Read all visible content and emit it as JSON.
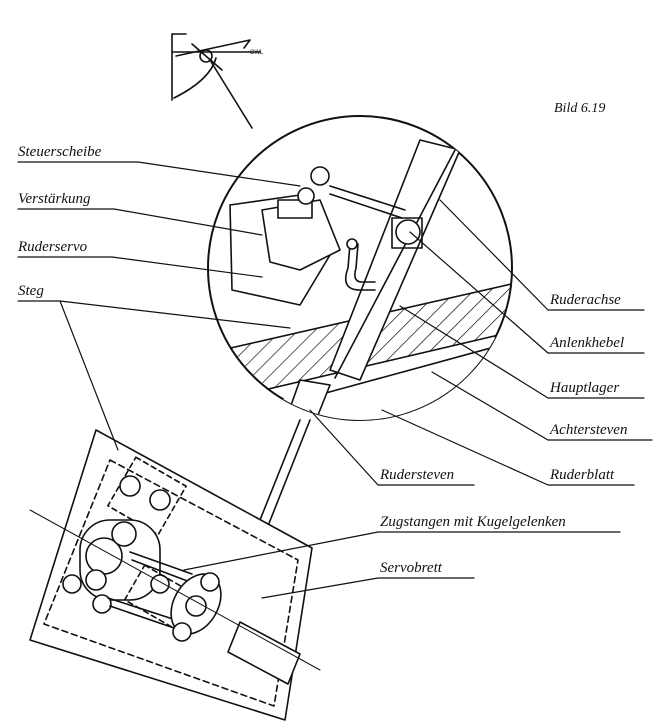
{
  "figure": {
    "number": "Bild 6.19"
  },
  "small_sketch": {
    "mark": "CWL"
  },
  "labels": {
    "steuerscheibe": "Steuerscheibe",
    "verstaerkung": "Verstärkung",
    "ruderservo": "Ruderservo",
    "steg": "Steg",
    "ruderachse": "Ruderachse",
    "anlenkhebel": "Anlenkhebel",
    "hauptlager": "Hauptlager",
    "achtersteven": "Achtersteven",
    "rudersteven": "Rudersteven",
    "ruderblatt": "Ruderblatt",
    "zugstangen": "Zugstangen mit Kugelgelenken",
    "servobrett": "Servobrett"
  },
  "colors": {
    "ink": "#111111",
    "paper": "#ffffff"
  }
}
